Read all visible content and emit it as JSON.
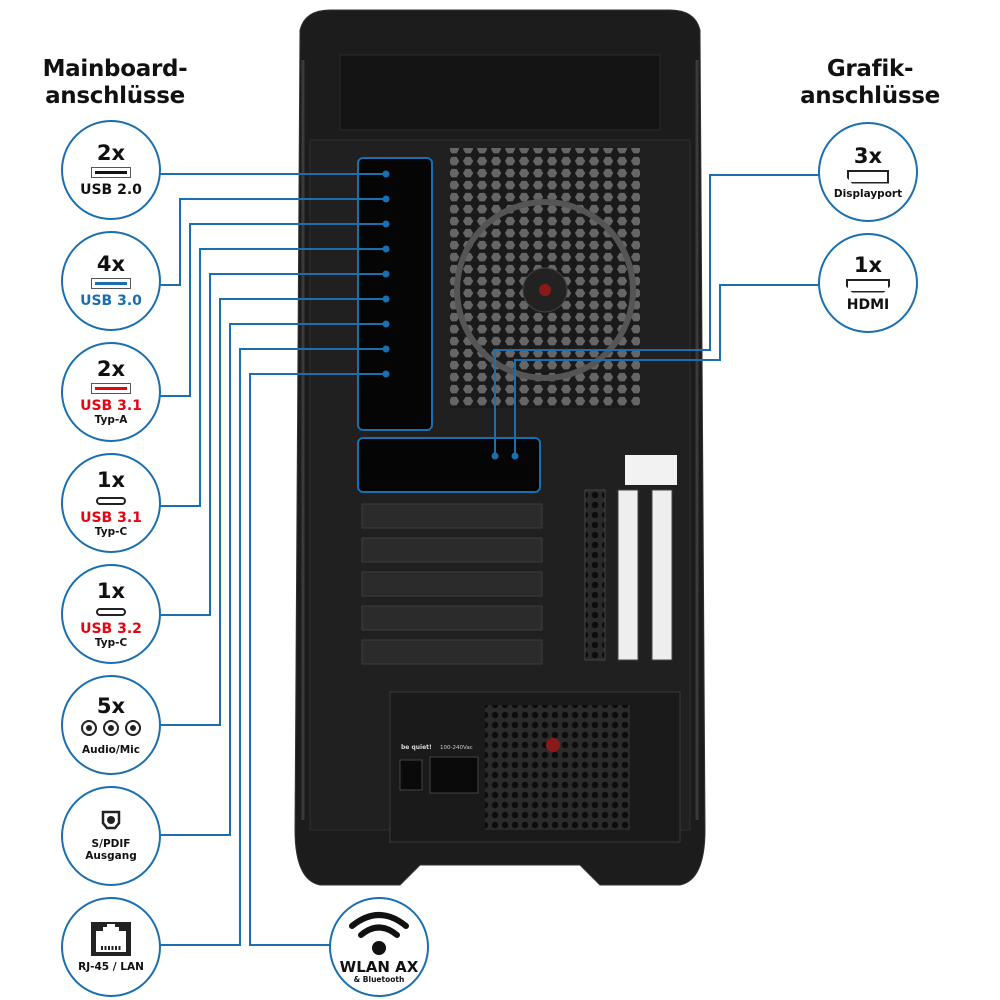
{
  "headings": {
    "mainboard_line1": "Mainboard-",
    "mainboard_line2": "anschlüsse",
    "grafik_line1": "Grafik-",
    "grafik_line2": "anschlüsse"
  },
  "mainboard_ports": [
    {
      "count": "2x",
      "label": "USB 2.0",
      "icon": "usb-a-port-icon",
      "color": "#111111"
    },
    {
      "count": "4x",
      "label": "USB 3.0",
      "icon": "usb-a-port-icon",
      "color": "#1a6fb0"
    },
    {
      "count": "2x",
      "label": "USB 3.1",
      "sub": "Typ-A",
      "icon": "usb-a-port-icon",
      "color": "#e30613"
    },
    {
      "count": "1x",
      "label": "USB 3.1",
      "sub": "Typ-C",
      "icon": "usb-c-port-icon",
      "color": "#e30613"
    },
    {
      "count": "1x",
      "label": "USB 3.2",
      "sub": "Typ-C",
      "icon": "usb-c-port-icon",
      "color": "#e30613"
    },
    {
      "count": "5x",
      "label": "Audio/Mic",
      "icon": "audio-jack-icon"
    },
    {
      "label": "S/PDIF",
      "sub": "Ausgang",
      "icon": "spdif-icon"
    },
    {
      "label": "RJ-45 / LAN",
      "icon": "ethernet-port-icon"
    }
  ],
  "wlan": {
    "label": "WLAN AX",
    "sub": "& Bluetooth",
    "icon": "wifi-icon"
  },
  "graphics_ports": [
    {
      "count": "3x",
      "label": "Displayport",
      "icon": "displayport-icon"
    },
    {
      "count": "1x",
      "label": "HDMI",
      "icon": "hdmi-icon"
    }
  ],
  "psu": {
    "brand": "be quiet!",
    "voltage": "100-240Vac"
  },
  "colors": {
    "accent": "#1a6fb0",
    "red": "#e30613",
    "case": "#1c1c1c"
  }
}
